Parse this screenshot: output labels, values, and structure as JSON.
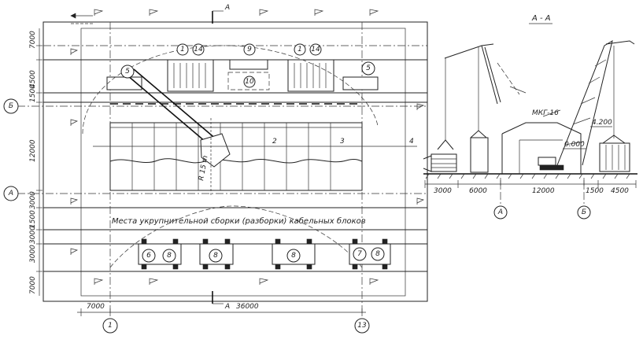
{
  "section_title": "А - А",
  "cut_label_top": "А",
  "cut_label_bottom": "А",
  "row_axes": {
    "b": "Б",
    "a": "А"
  },
  "col_axes": {
    "first": "1",
    "last": "13"
  },
  "bottom_dims": {
    "left": "7000",
    "main": "36000"
  },
  "left_dims": [
    "7000",
    "4500",
    "1500",
    "12000",
    "3000",
    "1500",
    "3000",
    "3000",
    "7000"
  ],
  "stations": [
    "2",
    "3",
    "4"
  ],
  "radius_label": "R 15 m",
  "assembly_caption": "Места укрупнительной сборки (разборки) кабельных блоков",
  "callouts_top": [
    "1",
    "14",
    "9",
    "1",
    "14",
    "5",
    "10",
    "5"
  ],
  "callouts_bottom": [
    "6",
    "8",
    "8",
    "8",
    "7",
    "8"
  ],
  "section": {
    "crane_label": "МКГ-16",
    "elev_high": "4.200",
    "elev_zero": "0.000",
    "dims": [
      "3000",
      "6000",
      "12000",
      "1500",
      "4500"
    ],
    "axis_a": "А",
    "axis_b": "Б"
  }
}
